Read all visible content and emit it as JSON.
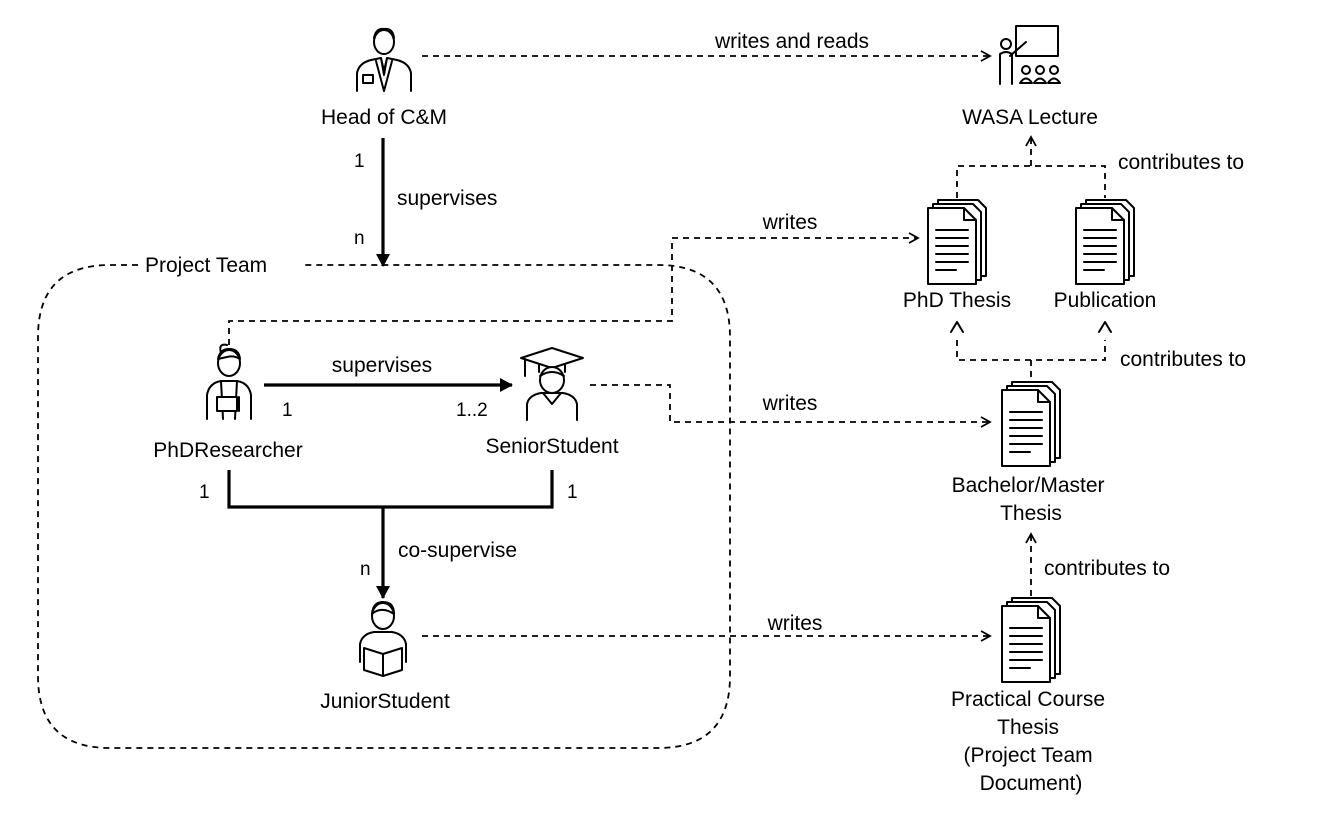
{
  "actors": {
    "head": "Head of C&M",
    "phd_researcher": "PhDResearcher",
    "senior_student": "SeniorStudent",
    "junior_student": "JuniorStudent"
  },
  "artifacts": {
    "wasa_lecture": "WASA Lecture",
    "phd_thesis": "PhD Thesis",
    "publication": "Publication",
    "bachelor_master_thesis": [
      "Bachelor/Master",
      "Thesis"
    ],
    "practical_course_thesis": [
      "Practical Course",
      "Thesis",
      "(Project Team",
      "Document)"
    ]
  },
  "groups": {
    "project_team": "Project Team"
  },
  "relations": {
    "head_writes_reads": "writes and reads",
    "head_supervises": "supervises",
    "head_supervises_mult_head": "1",
    "head_supervises_mult_team": "n",
    "phd_supervises_senior": "supervises",
    "phd_supervises_mult_phd": "1",
    "phd_supervises_mult_senior": "1..2",
    "co_supervise": "co-supervise",
    "co_supervise_mult_phd": "1",
    "co_supervise_mult_senior": "1",
    "co_supervise_mult_junior": "n",
    "phd_writes": "writes",
    "senior_writes": "writes",
    "junior_writes": "writes",
    "contrib_to_lecture": "contributes to",
    "contrib_to_phd_pub": "contributes to",
    "contrib_to_bm": "contributes to"
  },
  "icons": {
    "head": "businessman-icon",
    "phd_researcher": "researcher-icon",
    "senior_student": "graduate-icon",
    "junior_student": "student-reading-icon",
    "lecture": "lecture-icon",
    "document": "document-stack-icon"
  }
}
